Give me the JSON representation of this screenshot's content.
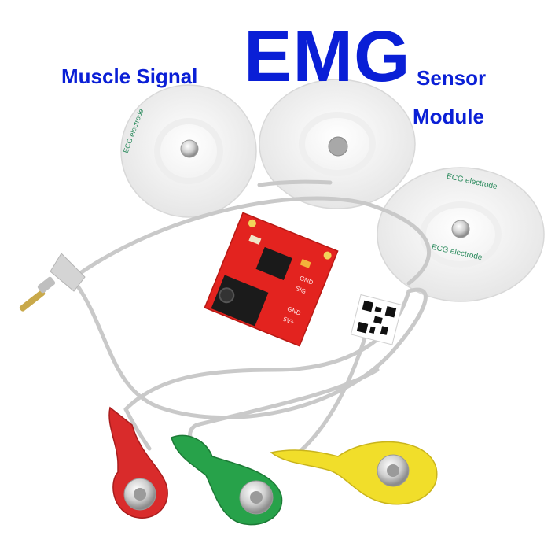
{
  "heading": {
    "line1": "Muscle Signal",
    "big": "EMG",
    "line2": "Sensor",
    "line3": "Module",
    "color": "#0a1fd6"
  },
  "electrode_print": "ECG electrode",
  "board": {
    "color": "#e3231f",
    "pin_labels": [
      "GND",
      "SIG",
      "GND",
      "5V+"
    ]
  },
  "leads": {
    "colors": [
      "#d92b2b",
      "#27a24a",
      "#f1de2a"
    ]
  },
  "cable_color": "#c9c9c9",
  "plug_color": "#c9a94a"
}
